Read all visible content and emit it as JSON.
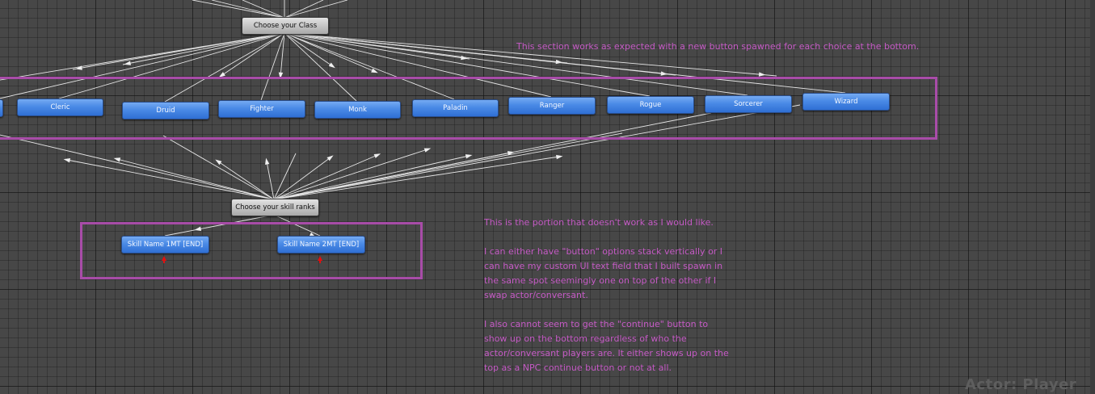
{
  "nodes": {
    "choose_class": "Choose your Class",
    "choose_skill": "Choose your skill ranks"
  },
  "classes": [
    "Cleric",
    "Druid",
    "Fighter",
    "Monk",
    "Paladin",
    "Ranger",
    "Rogue",
    "Sorcerer",
    "Wizard"
  ],
  "skills": [
    "Skill Name 1MT [END]",
    "Skill Name 2MT [END]"
  ],
  "annotations": {
    "top": "This section works as expected with a new button spawned for each choice at the bottom.",
    "bottom_lines": [
      "This is the portion that doesn't work as I would like.",
      "",
      "I can either have \"button\" options stack vertically or I",
      "can have my custom UI text field that I built spawn in",
      "the same spot seemingly one on top of the other if I",
      "swap actor/conversant.",
      "",
      "I also cannot seem to get the \"continue\" button to",
      "show up on the bottom regardless of who the",
      "actor/conversant players are. It either shows up on the",
      "top as a NPC continue button or not at all."
    ]
  },
  "footer": {
    "actor_label": "Actor: Player"
  },
  "colors": {
    "canvas": "#474747",
    "annotation": "#c55ac5",
    "highlight_box": "#a84ca8",
    "node_blue": "#4a8ae6",
    "node_grey": "#c8c8c8",
    "link_arrow": "#e01010"
  }
}
